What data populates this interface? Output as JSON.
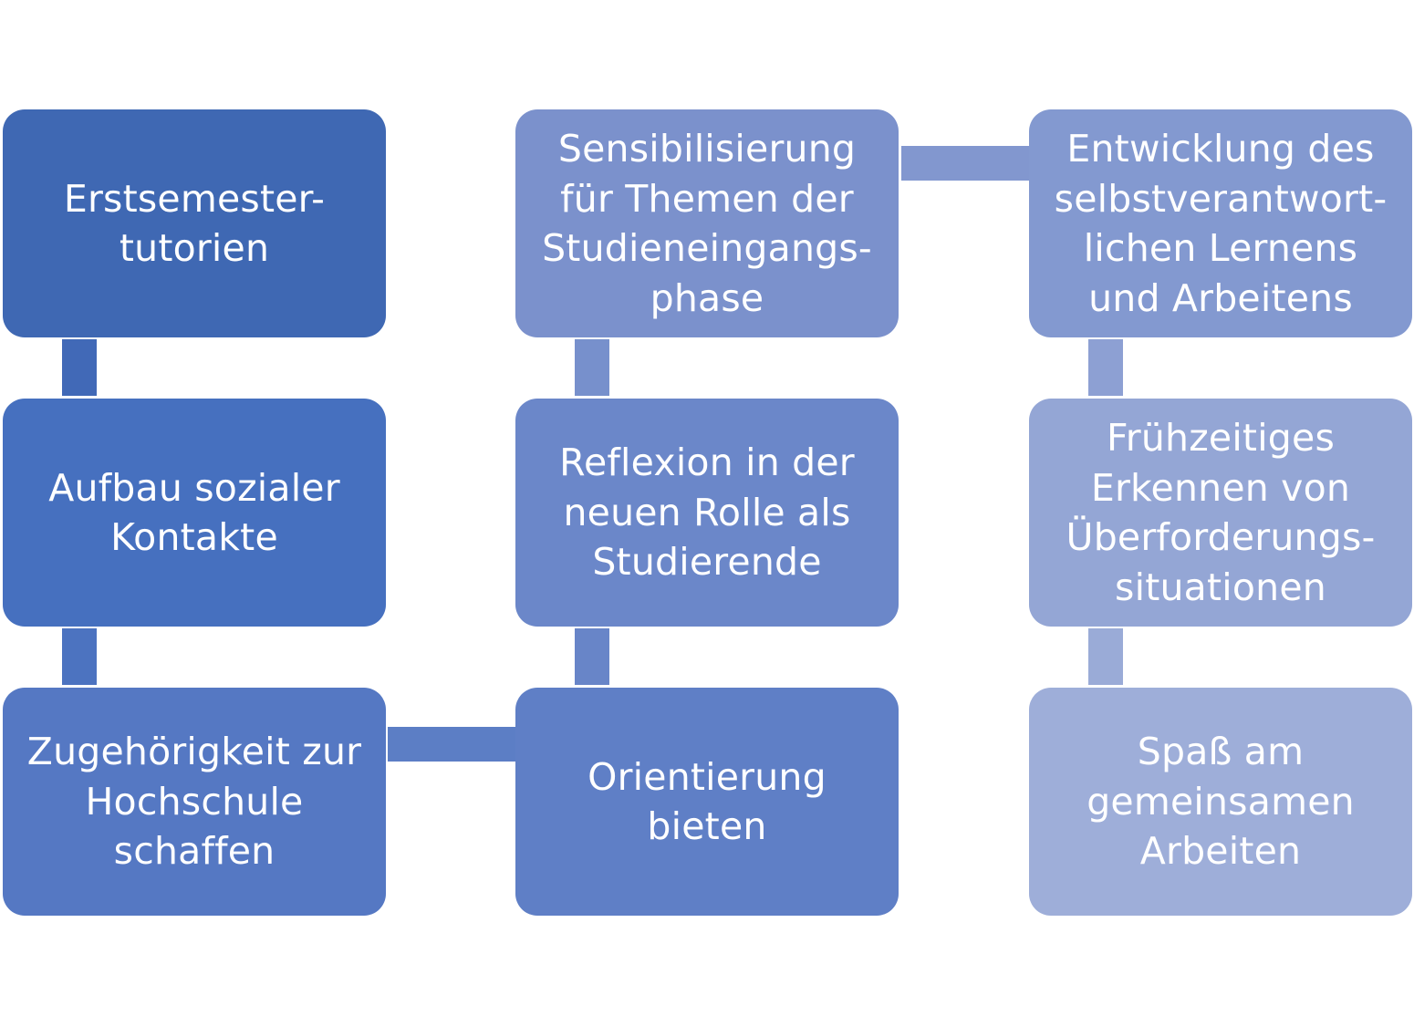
{
  "nodes": {
    "n1": {
      "label": "Erstsemester-\ntutorien"
    },
    "n2": {
      "label": "Aufbau sozialer\nKontakte"
    },
    "n3": {
      "label": "Zugehörigkeit zur\nHochschule\nschaffen"
    },
    "n4": {
      "label": "Sensibilisierung\nfür Themen der\nStudieneingangs-\nphase"
    },
    "n5": {
      "label": "Reflexion in der\nneuen Rolle als\nStudierende"
    },
    "n6": {
      "label": "Orientierung\nbieten"
    },
    "n7": {
      "label": "Entwicklung des\nselbstverantwort-\nlichen Lernens\nund Arbeitens"
    },
    "n8": {
      "label": "Frühzeitiges\nErkennen von\nÜberforderungs-\nsituationen"
    },
    "n9": {
      "label": "Spaß am\ngemeinsamen\nArbeiten"
    }
  },
  "flow_order": [
    "n1",
    "n2",
    "n3",
    "n6",
    "n5",
    "n4",
    "n7",
    "n8",
    "n9"
  ],
  "colors": {
    "text": "#ffffff",
    "start": "#3f68b3",
    "end": "#9eaed9",
    "background": "#ffffff"
  }
}
